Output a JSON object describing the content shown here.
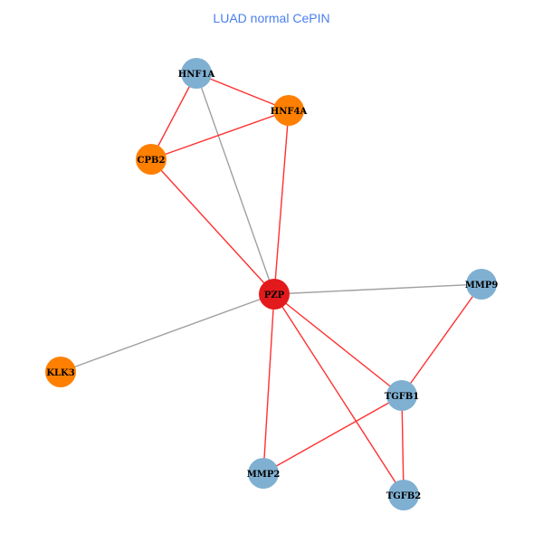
{
  "title": "LUAD normal CePIN",
  "colors": {
    "title": "#4a7ff0",
    "blue": "#7fb0d2",
    "orange": "#ff8000",
    "red": "#e31a1c",
    "edge_red": "#ff3030",
    "edge_gray": "#a0a0a0"
  },
  "nodes": [
    {
      "id": "HNF1A",
      "group": "blue"
    },
    {
      "id": "HNF4A",
      "group": "orange"
    },
    {
      "id": "CPB2",
      "group": "orange"
    },
    {
      "id": "PZP",
      "group": "red"
    },
    {
      "id": "MMP9",
      "group": "blue"
    },
    {
      "id": "KLK3",
      "group": "orange"
    },
    {
      "id": "TGFB1",
      "group": "blue"
    },
    {
      "id": "MMP2",
      "group": "blue"
    },
    {
      "id": "TGFB2",
      "group": "blue"
    }
  ],
  "edges": [
    {
      "source": "HNF1A",
      "target": "HNF4A",
      "type": "red"
    },
    {
      "source": "HNF1A",
      "target": "CPB2",
      "type": "red"
    },
    {
      "source": "HNF1A",
      "target": "PZP",
      "type": "gray"
    },
    {
      "source": "CPB2",
      "target": "HNF4A",
      "type": "red"
    },
    {
      "source": "HNF4A",
      "target": "PZP",
      "type": "red"
    },
    {
      "source": "CPB2",
      "target": "PZP",
      "type": "red"
    },
    {
      "source": "PZP",
      "target": "MMP9",
      "type": "gray"
    },
    {
      "source": "PZP",
      "target": "KLK3",
      "type": "gray"
    },
    {
      "source": "PZP",
      "target": "TGFB1",
      "type": "red"
    },
    {
      "source": "PZP",
      "target": "MMP2",
      "type": "red"
    },
    {
      "source": "PZP",
      "target": "TGFB2",
      "type": "red"
    },
    {
      "source": "MMP9",
      "target": "TGFB1",
      "type": "red"
    },
    {
      "source": "TGFB1",
      "target": "MMP2",
      "type": "red"
    },
    {
      "source": "TGFB1",
      "target": "TGFB2",
      "type": "red"
    }
  ]
}
